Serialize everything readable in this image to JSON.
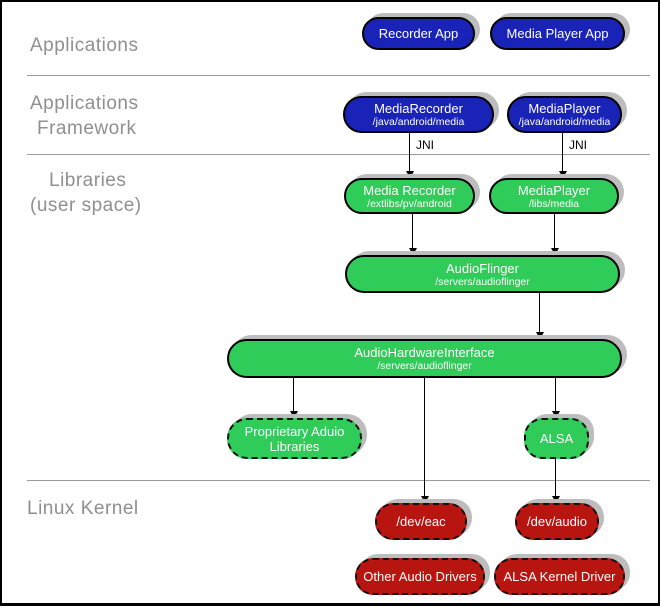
{
  "sections": {
    "applications": {
      "line1": "Applications"
    },
    "applications_framework": {
      "line1": "Applications",
      "line2": "Framework"
    },
    "libraries": {
      "line1": "Libraries",
      "line2": "(user space)"
    },
    "linux_kernel": {
      "line1": "Linux Kernel"
    }
  },
  "jni": {
    "left": "JNI",
    "right": "JNI"
  },
  "nodes": {
    "recorder_app": {
      "label": "Recorder App"
    },
    "media_player_app": {
      "label": "Media Player App"
    },
    "media_recorder_fw": {
      "label": "MediaRecorder",
      "sub": "/java/android/media"
    },
    "media_player_fw": {
      "label": "MediaPlayer",
      "sub": "/java/android/media"
    },
    "media_recorder_lib": {
      "label": "Media Recorder",
      "sub": "/extlibs/pv/android"
    },
    "media_player_lib": {
      "label": "MediaPlayer",
      "sub": "/libs/media"
    },
    "audioflinger": {
      "label": "AudioFlinger",
      "sub": "/servers/audioflinger"
    },
    "audio_hardware_interface": {
      "label": "AudioHardwareInterface",
      "sub": "/servers/audioflinger"
    },
    "proprietary_audio_libraries": {
      "label": "Proprietary Aduio",
      "sub": "Libraries"
    },
    "alsa": {
      "label": "ALSA"
    },
    "dev_eac": {
      "label": "/dev/eac"
    },
    "dev_audio": {
      "label": "/dev/audio"
    },
    "other_audio_drivers": {
      "label": "Other Audio Drivers"
    },
    "alsa_kernel_driver": {
      "label": "ALSA Kernel Driver"
    }
  },
  "colors": {
    "app_blue": "#1a23b8",
    "lib_green": "#2fcc5a",
    "kernel_red": "#b81410",
    "shadow_gray": "#bdbdbd",
    "label_gray": "#8f8f8f",
    "divider_gray": "#9a9a9a"
  }
}
